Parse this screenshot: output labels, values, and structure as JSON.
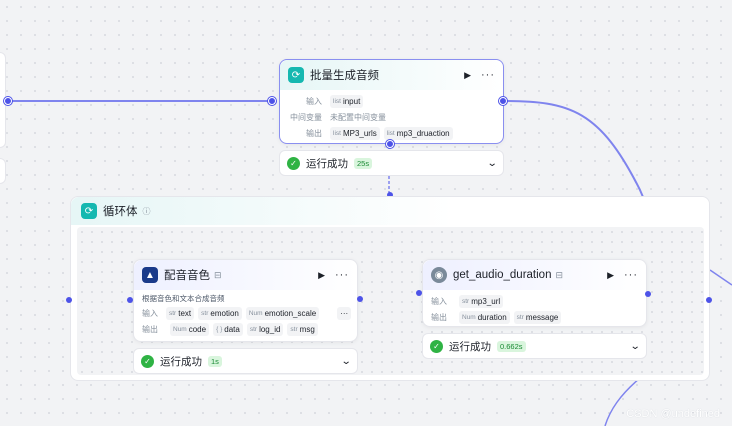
{
  "batch_node": {
    "title": "批量生成音频",
    "input_label": "输入",
    "input_tag_type": "list",
    "input_tag": "input",
    "intermediate_label": "中间变量",
    "intermediate_value": "未配置中间变量",
    "output_label": "输出",
    "outputs": [
      {
        "type": "list",
        "name": "MP3_urls"
      },
      {
        "type": "list",
        "name": "mp3_druaction"
      }
    ],
    "status": "运行成功",
    "duration": "25s"
  },
  "loop": {
    "title": "循环体"
  },
  "voice_node": {
    "title": "配音音色",
    "description": "根据音色和文本合成音频",
    "input_label": "输入",
    "inputs": [
      {
        "type": "str",
        "name": "text"
      },
      {
        "type": "str",
        "name": "emotion"
      },
      {
        "type": "Num",
        "name": "emotion_scale"
      }
    ],
    "output_label": "输出",
    "outputs": [
      {
        "type": "Num",
        "name": "code"
      },
      {
        "type": "{ }",
        "name": "data"
      },
      {
        "type": "str",
        "name": "log_id"
      },
      {
        "type": "str",
        "name": "msg"
      }
    ],
    "status": "运行成功",
    "duration": "1s"
  },
  "audio_node": {
    "title": "get_audio_duration",
    "input_label": "输入",
    "inputs": [
      {
        "type": "str",
        "name": "mp3_url"
      }
    ],
    "output_label": "输出",
    "outputs": [
      {
        "type": "Num",
        "name": "duration"
      },
      {
        "type": "str",
        "name": "message"
      }
    ],
    "status": "运行成功",
    "duration": "0.662s"
  },
  "watermark": "CSDN @undefined",
  "icons": {
    "loop": "loop-icon",
    "play": "play-icon",
    "more": "more-icon",
    "check": "check-icon",
    "chevron": "chevron-down-icon",
    "info": "info-icon",
    "plugin": "plugin-icon"
  },
  "colors": {
    "edge": "#4d53e8",
    "success": "#2fb344",
    "teal": "#15b8b0"
  }
}
